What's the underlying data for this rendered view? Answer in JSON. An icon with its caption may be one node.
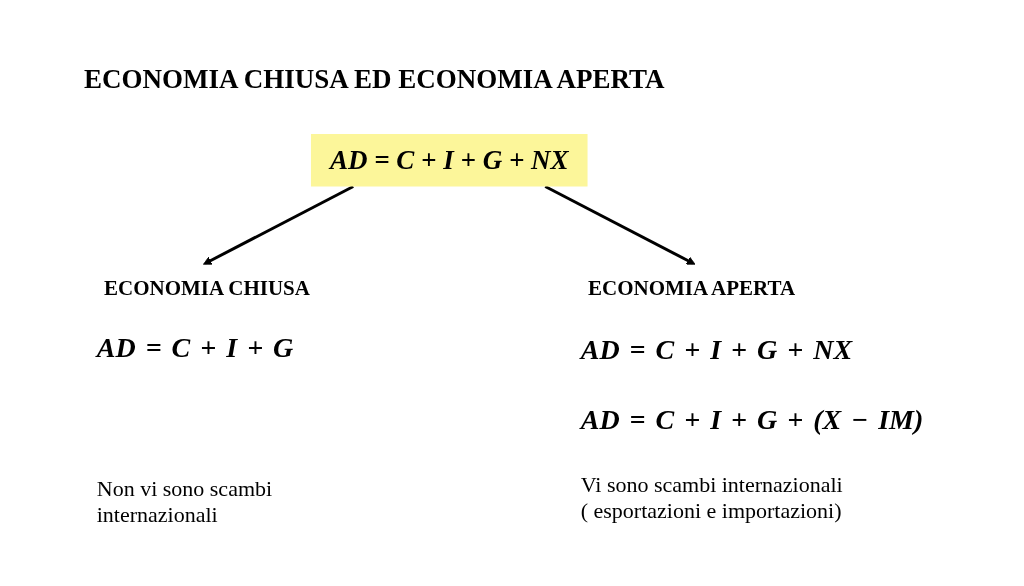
{
  "diagram": {
    "title": "ECONOMIA CHIUSA ED ECONOMIA APERTA",
    "nodes": [
      {
        "text": [
          "AD = C + I + G + NX"
        ]
      },
      {
        "text": [
          "ECONOMIA CHIUSA"
        ]
      },
      {
        "text": [
          "ECONOMIA APERTA"
        ]
      }
    ],
    "edges": [
      {
        "from": 0,
        "to": 1,
        "arrow": "to"
      },
      {
        "from": 0,
        "to": 2,
        "arrow": "to"
      }
    ],
    "labels": [
      "AD = C + I + G",
      "AD = C + I + G + NX",
      "AD = C + I + G + (X − IM)",
      "Non vi sono scambi internazionali",
      "Vi sono scambi internazionali ( esportazioni e importazioni)"
    ]
  }
}
